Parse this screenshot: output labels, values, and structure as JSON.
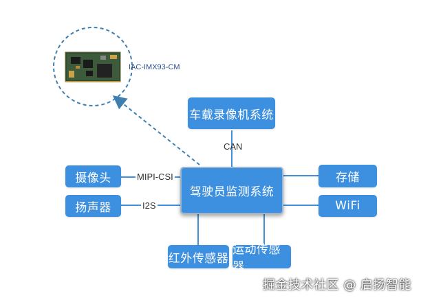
{
  "module": {
    "label": "IAC-IMX93-CM"
  },
  "boxes": {
    "center": "驾驶员监测系统",
    "top": "车载录像机系统",
    "camera": "摄像头",
    "speaker": "扬声器",
    "storage": "存储",
    "wifi": "WiFi",
    "infrared": "红外传感器",
    "motion": "运动传感器"
  },
  "connections": {
    "can": "CAN",
    "mipi": "MIPI-CSI",
    "i2s": "I2S"
  },
  "watermark": "掘金技术社区 @ 启扬智能",
  "colors": {
    "box": "#3d8fe0",
    "line": "#3d8fe0",
    "dashed": "#3f7fb0"
  }
}
